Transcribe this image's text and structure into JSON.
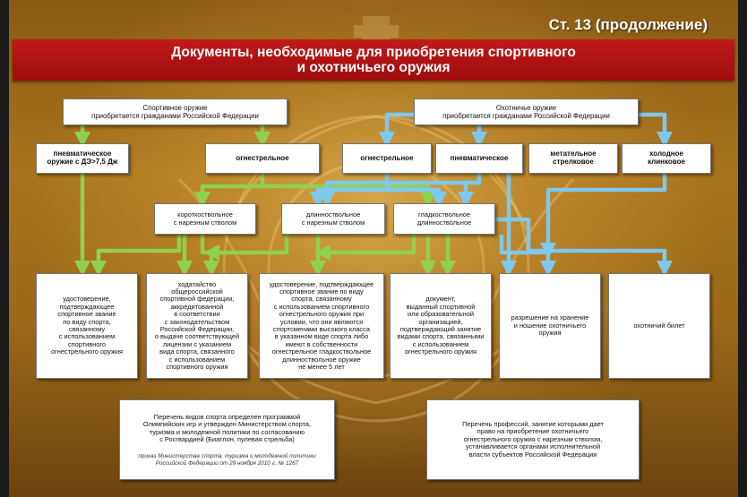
{
  "page_number": "Ст. 13 (продолжение)",
  "title": "Документы, необходимые для приобретения спортивного\nи охотничьего  оружия",
  "colors": {
    "green": "#8fd14f",
    "blue": "#7ec8ee",
    "title_red": "#b01212"
  },
  "groups": {
    "sport": "Спортивное оружие\nприобретается гражданами Российской Федерации",
    "hunting": "Охотничье оружие\nприобретается гражданами Российской Федерации"
  },
  "types": {
    "pneumatic_sport": "пневматическое\nоружие с ДЭ>7,5 Дж",
    "firearm_sport": "огнестрельное",
    "firearm_hunting": "огнестрельное",
    "pneumatic_hunting": "пневматическое",
    "throwing": "метательное\nстрелковое",
    "cold": "холодное\nклинковое"
  },
  "subtypes": {
    "short_rifled": "короткоствольное\nс нарезным стволом",
    "long_rifled": "длинноствольное\nс нарезным стволом",
    "smooth_long": "гладкоствольное\nдлинноствольное"
  },
  "documents": {
    "doc1": "удостоверение,\nподтверждающее\nспортивное звание\nпо виду спорта,\nсвязанному\nс использованием\nспортивного\nогнестрельного оружия",
    "doc2": "ходатайство\nобщероссийской\nспортивной федерации,\nаккредитованной\nв соответствии\nс законодательством\nРоссийской Федерации,\nо выдаче соответствующей\nлицензии с указанием\nвида спорта, связанного\nс использованием\nспортивного оружия",
    "doc3": "удостоверение, подтверждающее\nспортивное звание по виду\nспорта, связанному\nс использованием спортивного\nогнестрельного оружия при\nусловии, что они являются\nспортсменами высокого класса\nв указанном виде спорта либо\nимеют в собственности\nогнестрельное гладкоствольное\nдлинноствольное оружие\nне менее 5 лет",
    "doc4": "документ,\nвыданный спортивной\nили образовательной\nорганизацией,\nподтверждающий занятие\nвидами спорта, связанными\nс использованием\nогнестрельного оружия",
    "doc5": "разрешение на хранение\nи ношение охотничьего\nоружия",
    "doc6": "охотничий билет"
  },
  "notes": {
    "left_text": "Перечень видов спорта определен программой\nОлимпийских игр и утвержден Министерством спорта,\nтуризма и молодежной политики по согласованию\nс Росгвардией (Биатлон, пулевая стрельба)",
    "left_ref": "приказ Министерства спорта, туризма и молодежной политики\nРоссийской Федерации от 29 ноября 2010 г. № 1267",
    "right_text": "Перечень профессий, занятие которыми дает\nправо на приобретение охотничьего\nогнестрельного оружия с нарезным стволом,\nустанавливается органами исполнительной\nвласти субъектов Российской Федерации"
  }
}
